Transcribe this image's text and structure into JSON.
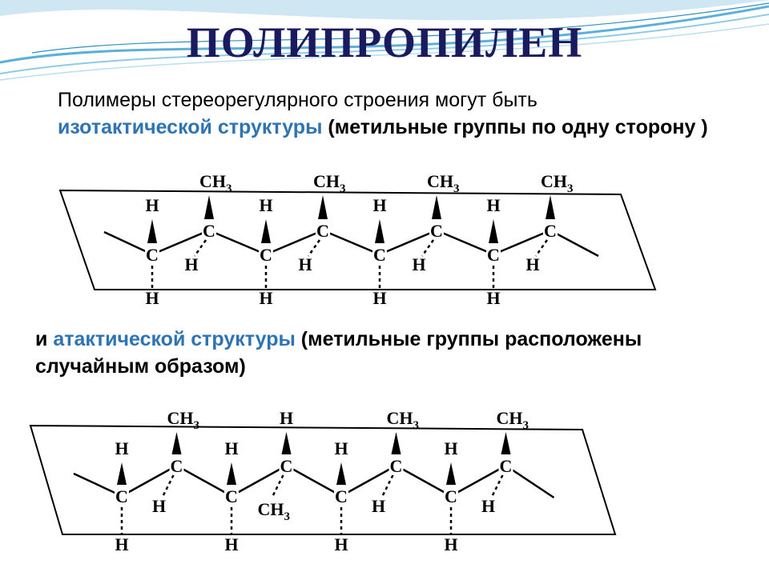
{
  "title": "ПОЛИПРОПИЛЕН",
  "intro_text": "Полимеры стереорегулярного строения могут быть",
  "isotactic_term": "изотактической структуры",
  "isotactic_desc": "(метильные группы по одну сторону )",
  "conjunction": "и",
  "atactic_term": "атактической структуры",
  "atactic_desc": "(метильные группы расположены случайным образом)",
  "atom_labels": {
    "carbon": "C",
    "hydrogen": "H",
    "methyl_base": "CH",
    "methyl_sub": "3"
  },
  "isotactic_chain": [
    {
      "up": "H",
      "down": "H"
    },
    {
      "up": "CH3",
      "down": "H"
    },
    {
      "up": "H",
      "down": "H"
    },
    {
      "up": "CH3",
      "down": "H"
    },
    {
      "up": "H",
      "down": "H"
    },
    {
      "up": "CH3",
      "down": "H"
    },
    {
      "up": "H",
      "down": "H"
    },
    {
      "up": "CH3",
      "down": "H"
    }
  ],
  "atactic_chain": [
    {
      "up": "H",
      "down": "H"
    },
    {
      "up": "CH3",
      "down": "H"
    },
    {
      "up": "H",
      "down": "H"
    },
    {
      "up": "H",
      "down": "CH3"
    },
    {
      "up": "H",
      "down": "H"
    },
    {
      "up": "CH3",
      "down": "H"
    },
    {
      "up": "H",
      "down": "H"
    },
    {
      "up": "CH3",
      "down": "H"
    }
  ],
  "colors": {
    "title": "#1a1a5e",
    "highlight": "#2e74b5",
    "text": "#000000",
    "wave": "#4fa3d1"
  }
}
